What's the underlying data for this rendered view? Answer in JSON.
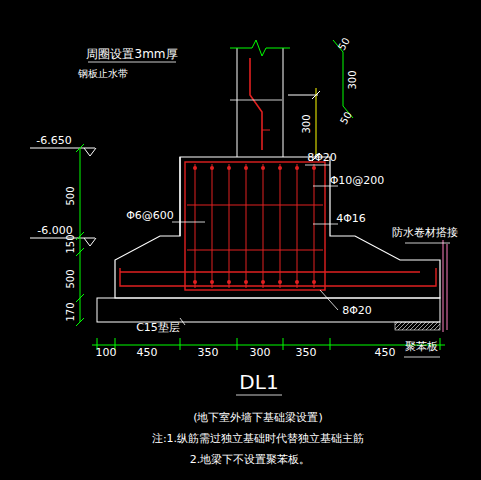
{
  "diagram": {
    "title": "DL1",
    "labels": [
      "周圈设置3mm厚",
      "钢板止水带",
      "50",
      "300",
      "50",
      "300",
      "8Φ20",
      "Φ10@200",
      "4Φ16",
      "Φ6@600",
      "-6.650",
      "500",
      "-6.000",
      "150",
      "500",
      "170",
      "防水卷材搭接",
      "8Φ20",
      "C15垫层",
      "100",
      "450",
      "350",
      "300",
      "350",
      "450",
      "聚苯板",
      "(地下室外墙下基础梁设置)",
      "注:1.纵筋需过独立基础时代替独立基础主筋",
      "2.地梁下不设置聚苯板。"
    ]
  }
}
